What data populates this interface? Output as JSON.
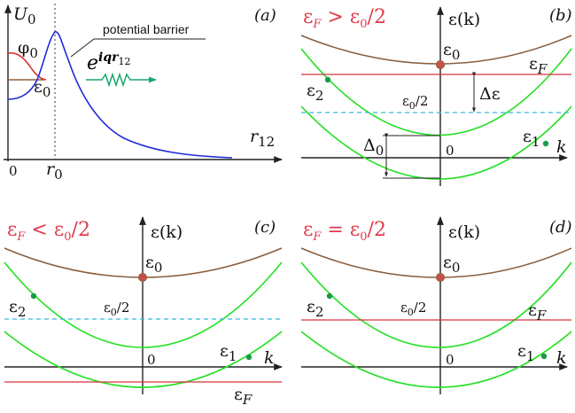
{
  "colors": {
    "axis": "#222222",
    "blue_curve": "#1f2bd6",
    "red_curve": "#e0262a",
    "brown_band": "#8b5e3c",
    "green_band": "#22e022",
    "fermi_line": "#d4353d",
    "dashed_line": "#36b8e0",
    "wave_arrow": "#17a86b",
    "dot_red": "#c9504a",
    "dot_green": "#1a9a48",
    "title_red": "#e03b4a"
  },
  "panel_a": {
    "letter": "(a)",
    "y_label": "U",
    "y_label_sub": "0",
    "phi_label": "φ",
    "phi_sub": "0",
    "eps0_label": "ε",
    "eps0_sub": "0",
    "barrier_note": "potential barrier",
    "wave_base": "e",
    "wave_exp": "iqr",
    "wave_exp_sub": "12",
    "x_label": "r",
    "x_label_sub": "12",
    "origin_label": "0",
    "r0_label": "r",
    "r0_sub": "0"
  },
  "panel_b": {
    "letter": "(b)",
    "title_left": "ε",
    "title_left_sub": "F",
    "title_rel": " > ",
    "title_right": "ε",
    "title_right_sub": "0",
    "title_tail": "/2",
    "axis_label": "ε(k)",
    "eps0": "ε",
    "eps0_sub": "0",
    "epsF": "ε",
    "epsF_sub": "F",
    "eps2": "ε",
    "eps2_sub": "2",
    "eps1": "ε",
    "eps1_sub": "1",
    "half": "ε",
    "half_sub": "0",
    "half_tail": "/2",
    "delta_eps": "Δε",
    "delta0": "Δ",
    "delta0_sub": "0",
    "origin_label": "0",
    "k_label": "k"
  },
  "panel_c": {
    "letter": "(c)",
    "title_left": "ε",
    "title_left_sub": "F",
    "title_rel": " < ",
    "title_right": "ε",
    "title_right_sub": "0",
    "title_tail": "/2",
    "axis_label": "ε(k)",
    "eps0": "ε",
    "eps0_sub": "0",
    "epsF": "ε",
    "epsF_sub": "F",
    "eps2": "ε",
    "eps2_sub": "2",
    "eps1": "ε",
    "eps1_sub": "1",
    "half": "ε",
    "half_sub": "0",
    "half_tail": "/2",
    "origin_label": "0",
    "k_label": "k"
  },
  "panel_d": {
    "letter": "(d)",
    "title_left": "ε",
    "title_left_sub": "F",
    "title_rel": " = ",
    "title_right": "ε",
    "title_right_sub": "0",
    "title_tail": "/2",
    "axis_label": "ε(k)",
    "eps0": "ε",
    "eps0_sub": "0",
    "epsF": "ε",
    "epsF_sub": "F",
    "eps2": "ε",
    "eps2_sub": "2",
    "eps1": "ε",
    "eps1_sub": "1",
    "half": "ε",
    "half_sub": "0",
    "half_tail": "/2",
    "origin_label": "0",
    "k_label": "k"
  }
}
